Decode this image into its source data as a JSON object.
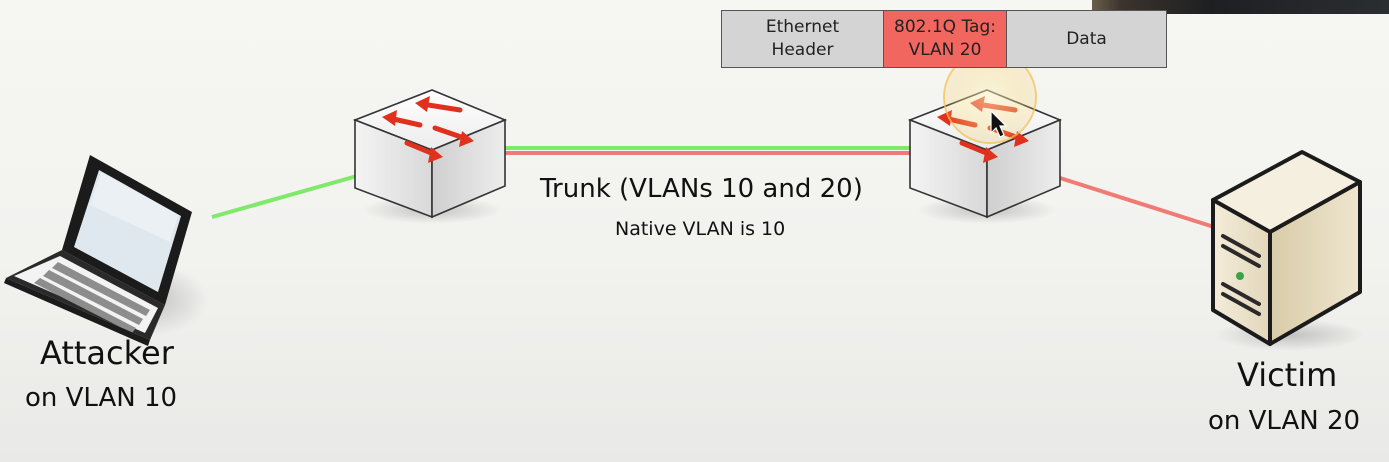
{
  "frame": {
    "ethernet_header": "Ethernet\nHeader",
    "tag": "802.1Q Tag:\nVLAN 20",
    "data": "Data"
  },
  "attacker": {
    "name": "Attacker",
    "vlan": "on VLAN 10"
  },
  "victim": {
    "name": "Victim",
    "vlan": "on VLAN 20"
  },
  "trunk": {
    "label": "Trunk (VLANs 10 and 20)",
    "native": "Native VLAN is 10"
  },
  "colors": {
    "vlan10_link": "#7fe96b",
    "vlan20_link": "#f07b74",
    "tag_cell": "#f1665f",
    "header_cell": "#d4d4d4",
    "switch_arrow": "#e0301e",
    "cursor_highlight": "#f3c04a"
  },
  "icons": [
    "laptop-icon",
    "switch-icon",
    "server-icon",
    "mouse-cursor-icon"
  ]
}
